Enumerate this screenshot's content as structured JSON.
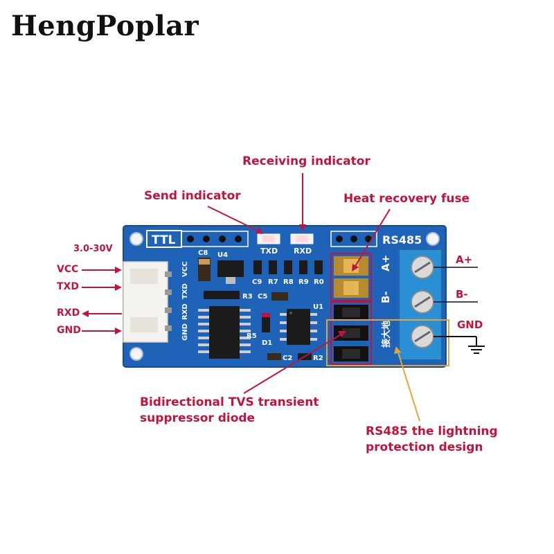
{
  "brand": "HengPoplar",
  "annotations": {
    "receiving_indicator": "Receiving indicator",
    "send_indicator": "Send indicator",
    "heat_recovery_fuse": "Heat recovery fuse",
    "tvs_line1": "Bidirectional TVS transient",
    "tvs_line2": "suppressor diode",
    "lightning_line1": "RS485 the lightning",
    "lightning_line2": "protection design"
  },
  "pins": {
    "voltage": "3.0-30V",
    "vcc": "VCC",
    "txd": "TXD",
    "rxd": "RXD",
    "gnd": "GND"
  },
  "terminals": {
    "a_plus": "A+",
    "b_minus": "B-",
    "gnd": "GND"
  },
  "board": {
    "ttl": "TTL",
    "rs485": "RS485",
    "txd": "TXD",
    "rxd": "RXD",
    "a_plus": "A+",
    "b_minus": "B-",
    "earth": "接大地",
    "header": [
      "VCC",
      "TXD",
      "RXD",
      "GND"
    ],
    "parts": [
      "C8",
      "U4",
      "C9",
      "R7",
      "R8",
      "R9",
      "R0",
      "R3",
      "C5",
      "U1",
      "R5",
      "D1",
      "C2",
      "R2"
    ]
  },
  "colors": {
    "annotation": "#c0143c",
    "pcb": "#1e63b8",
    "terminal_block": "#2b8fd6",
    "highlight_box": "#e6a43a"
  }
}
